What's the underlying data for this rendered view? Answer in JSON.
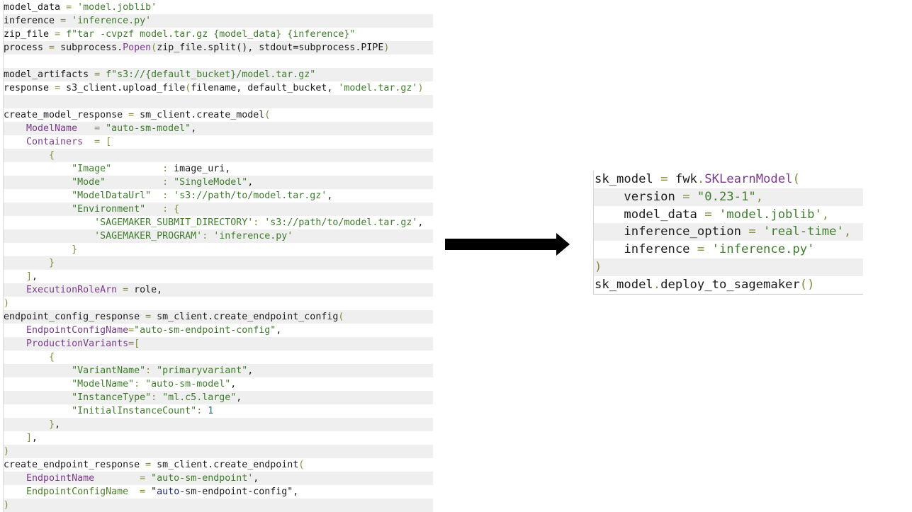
{
  "left_code": {
    "lines": [
      [
        [
          "d",
          "model_data "
        ],
        [
          "p",
          "="
        ],
        [
          "s",
          " 'model.joblib'"
        ]
      ],
      [
        [
          "d",
          "inference "
        ],
        [
          "p",
          "="
        ],
        [
          "s",
          " 'inference.py'"
        ]
      ],
      [
        [
          "d",
          "zip_file "
        ],
        [
          "p",
          "="
        ],
        [
          "s",
          " f\"tar -cvpzf model.tar.gz {model_data} {inference}\""
        ]
      ],
      [
        [
          "d",
          "process "
        ],
        [
          "p",
          "="
        ],
        [
          "d",
          " subprocess."
        ],
        [
          "k",
          "Popen"
        ],
        [
          "p",
          "("
        ],
        [
          "d",
          "zip_file.split(), stdout=subprocess.PIPE"
        ],
        [
          "p",
          ")"
        ]
      ],
      [],
      [
        [
          "d",
          "model_artifacts "
        ],
        [
          "p",
          "="
        ],
        [
          "s",
          " f\"s3://{default_bucket}/model.tar.gz\""
        ]
      ],
      [
        [
          "d",
          "response "
        ],
        [
          "p",
          "="
        ],
        [
          "d",
          " s3_client.upload_file"
        ],
        [
          "p",
          "("
        ],
        [
          "d",
          "filename, default_bucket, "
        ],
        [
          "s",
          "'model.tar.gz'"
        ],
        [
          "p",
          ")"
        ]
      ],
      [],
      [
        [
          "d",
          "create_model_response "
        ],
        [
          "p",
          "="
        ],
        [
          "d",
          " sm_client.create_model"
        ],
        [
          "p",
          "("
        ]
      ],
      [
        [
          "k",
          "    ModelName   "
        ],
        [
          "p",
          "= "
        ],
        [
          "s",
          "\"auto-sm-model\""
        ],
        [
          "d",
          ","
        ]
      ],
      [
        [
          "k",
          "    Containers  "
        ],
        [
          "p",
          "= ["
        ]
      ],
      [
        [
          "p",
          "        {"
        ]
      ],
      [
        [
          "s",
          "            \"Image\"         "
        ],
        [
          "p",
          ": "
        ],
        [
          "d",
          "image_uri,"
        ]
      ],
      [
        [
          "s",
          "            \"Mode\"          "
        ],
        [
          "p",
          ": "
        ],
        [
          "s",
          "\"SingleModel\""
        ],
        [
          "d",
          ","
        ]
      ],
      [
        [
          "s",
          "            \"ModelDataUrl\"  "
        ],
        [
          "p",
          ": "
        ],
        [
          "s",
          "'s3://path/to/model.tar.gz'"
        ],
        [
          "d",
          ","
        ]
      ],
      [
        [
          "s",
          "            \"Environment\"   "
        ],
        [
          "p",
          ": {"
        ]
      ],
      [
        [
          "s",
          "                'SAGEMAKER_SUBMIT_DIRECTORY'"
        ],
        [
          "p",
          ": "
        ],
        [
          "s",
          "'s3://path/to/model.tar.gz'"
        ],
        [
          "d",
          ","
        ]
      ],
      [
        [
          "s",
          "                'SAGEMAKER_PROGRAM'"
        ],
        [
          "p",
          ": "
        ],
        [
          "s",
          "'inference.py'"
        ]
      ],
      [
        [
          "p",
          "            }"
        ]
      ],
      [
        [
          "p",
          "        }"
        ]
      ],
      [
        [
          "p",
          "    ]"
        ],
        [
          "d",
          ","
        ]
      ],
      [
        [
          "k",
          "    ExecutionRoleArn "
        ],
        [
          "p",
          "= "
        ],
        [
          "d",
          "role,"
        ]
      ],
      [
        [
          "p",
          ")"
        ]
      ],
      [
        [
          "d",
          "endpoint_config_response "
        ],
        [
          "p",
          "="
        ],
        [
          "d",
          " sm_client.create_endpoint_config"
        ],
        [
          "p",
          "("
        ]
      ],
      [
        [
          "k",
          "    EndpointConfigName"
        ],
        [
          "p",
          "="
        ],
        [
          "s",
          "\"auto-sm-endpoint-config\""
        ],
        [
          "d",
          ","
        ]
      ],
      [
        [
          "k",
          "    ProductionVariants"
        ],
        [
          "p",
          "=["
        ]
      ],
      [
        [
          "p",
          "        {"
        ]
      ],
      [
        [
          "s",
          "            \"VariantName\""
        ],
        [
          "p",
          ": "
        ],
        [
          "s",
          "\"primaryvariant\""
        ],
        [
          "d",
          ","
        ]
      ],
      [
        [
          "s",
          "            \"ModelName\""
        ],
        [
          "p",
          ": "
        ],
        [
          "s",
          "\"auto-sm-model\""
        ],
        [
          "d",
          ","
        ]
      ],
      [
        [
          "s",
          "            \"InstanceType\""
        ],
        [
          "p",
          ": "
        ],
        [
          "s",
          "\"ml.c5.large\""
        ],
        [
          "d",
          ","
        ]
      ],
      [
        [
          "s",
          "            \"InitialInstanceCount\""
        ],
        [
          "p",
          ": "
        ],
        [
          "n",
          "1"
        ]
      ],
      [
        [
          "p",
          "        }"
        ],
        [
          "d",
          ","
        ]
      ],
      [
        [
          "p",
          "    ]"
        ],
        [
          "d",
          ","
        ]
      ],
      [
        [
          "p",
          ")"
        ]
      ],
      [
        [
          "d",
          "create_endpoint_response "
        ],
        [
          "p",
          "="
        ],
        [
          "d",
          " sm_client.create_endpoint"
        ],
        [
          "p",
          "("
        ]
      ],
      [
        [
          "k",
          "    EndpointName        "
        ],
        [
          "p",
          "= "
        ],
        [
          "s",
          "\"auto-sm-endpoint'"
        ],
        [
          "d",
          ","
        ]
      ],
      [
        [
          "g",
          "    EndpointConfigName  "
        ],
        [
          "p",
          "= "
        ],
        [
          "d",
          "\""
        ],
        [
          "b",
          "auto"
        ],
        [
          "d",
          "-sm-endpoint-config\","
        ]
      ],
      [
        [
          "p",
          ")"
        ]
      ]
    ]
  },
  "right_code": {
    "lines": [
      [
        [
          "d",
          "sk_model "
        ],
        [
          "p",
          "="
        ],
        [
          "d",
          " fwk"
        ],
        [
          "p",
          "."
        ],
        [
          "k",
          "SKLearnModel"
        ],
        [
          "p",
          "("
        ]
      ],
      [
        [
          "d",
          "    version "
        ],
        [
          "p",
          "="
        ],
        [
          "s",
          " \"0.23-1\""
        ],
        [
          "p",
          ","
        ]
      ],
      [
        [
          "d",
          "    model_data "
        ],
        [
          "p",
          "="
        ],
        [
          "s",
          " 'model.joblib'"
        ],
        [
          "p",
          ","
        ]
      ],
      [
        [
          "d",
          "    inference_option "
        ],
        [
          "p",
          "="
        ],
        [
          "s",
          " 'real-time'"
        ],
        [
          "p",
          ","
        ]
      ],
      [
        [
          "d",
          "    inference "
        ],
        [
          "p",
          "="
        ],
        [
          "s",
          " 'inference.py'"
        ]
      ],
      [
        [
          "p",
          ")"
        ]
      ],
      [
        [
          "d",
          "sk_model"
        ],
        [
          "p",
          "."
        ],
        [
          "d",
          "deploy_to_sagemaker"
        ],
        [
          "p",
          "()"
        ]
      ]
    ]
  },
  "colors": {
    "arrow": "#000000"
  }
}
